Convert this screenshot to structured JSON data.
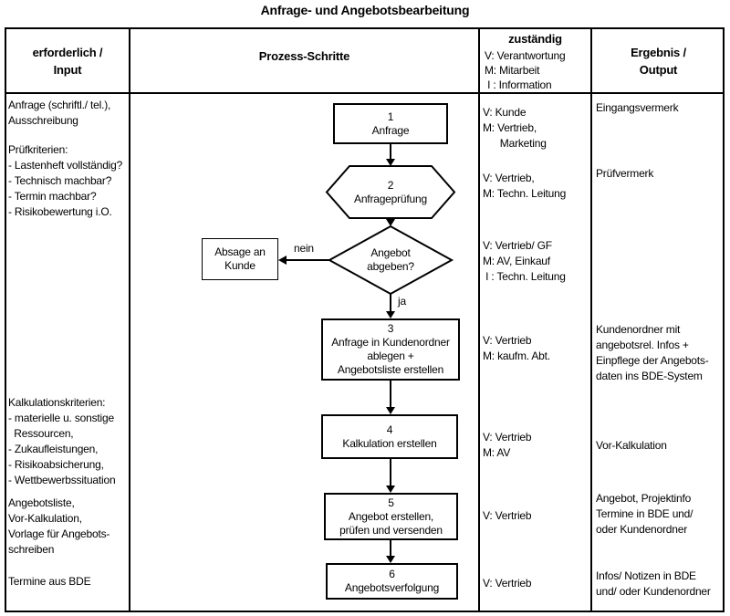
{
  "title": "Anfrage- und Angebotsbearbeitung",
  "colors": {
    "line": "#000000",
    "background": "#ffffff"
  },
  "header": {
    "input": "erforderlich /\nInput",
    "process": "Prozess-Schritte",
    "responsible_title": "zuständig",
    "responsible_legend": "V: Verantwortung\nM: Mitarbeit\n I : Information",
    "output": "Ergebnis /\nOutput"
  },
  "inputs": {
    "i1": "Anfrage (schriftl./ tel.),\nAusschreibung",
    "i2": "Prüfkriterien:\n- Lastenheft vollständig?\n- Technisch machbar?\n- Termin machbar?\n- Risikobewertung i.O.",
    "i3": "Kalkulationskriterien:\n- materielle u. sonstige\n  Ressourcen,\n- Zukaufleistungen,\n- Risikoabsicherung,\n- Wettbewerbssituation",
    "i4": "Angebotsliste,\nVor-Kalkulation,\nVorlage für Angebots-\nschreiben",
    "i5": "Termine aus BDE"
  },
  "steps": {
    "s1": "1\nAnfrage",
    "s2": "2\nAnfrageprüfung",
    "decision": "Angebot\nabgeben?",
    "reject": "Absage an\nKunde",
    "no_label": "nein",
    "yes_label": "ja",
    "s3": "3\nAnfrage in Kundenordner\nablegen +\nAngebotsliste erstellen",
    "s4": "4\nKalkulation erstellen",
    "s5": "5\nAngebot erstellen,\nprüfen und versenden",
    "s6": "6\nAngebotsverfolgung"
  },
  "responsible": {
    "r1": "V: Kunde\nM: Vertrieb,\n      Marketing",
    "r2": "V: Vertrieb,\nM: Techn. Leitung",
    "r3": "V: Vertrieb/ GF\nM: AV, Einkauf\n I : Techn. Leitung",
    "r4": "V: Vertrieb\nM: kaufm. Abt.",
    "r5": "V: Vertrieb\nM: AV",
    "r6": "V: Vertrieb",
    "r7": "V: Vertrieb"
  },
  "outputs": {
    "o1": "Eingangsvermerk",
    "o2": "Prüfvermerk",
    "o3": "Kundenordner mit\nangebotsrel. Infos +\nEinpflege der Angebots-\ndaten ins BDE-System",
    "o4": "Vor-Kalkulation",
    "o5": "Angebot, Projektinfo\nTermine in BDE und/\noder Kundenordner",
    "o6": "Infos/ Notizen in BDE\nund/ oder Kundenordner"
  }
}
